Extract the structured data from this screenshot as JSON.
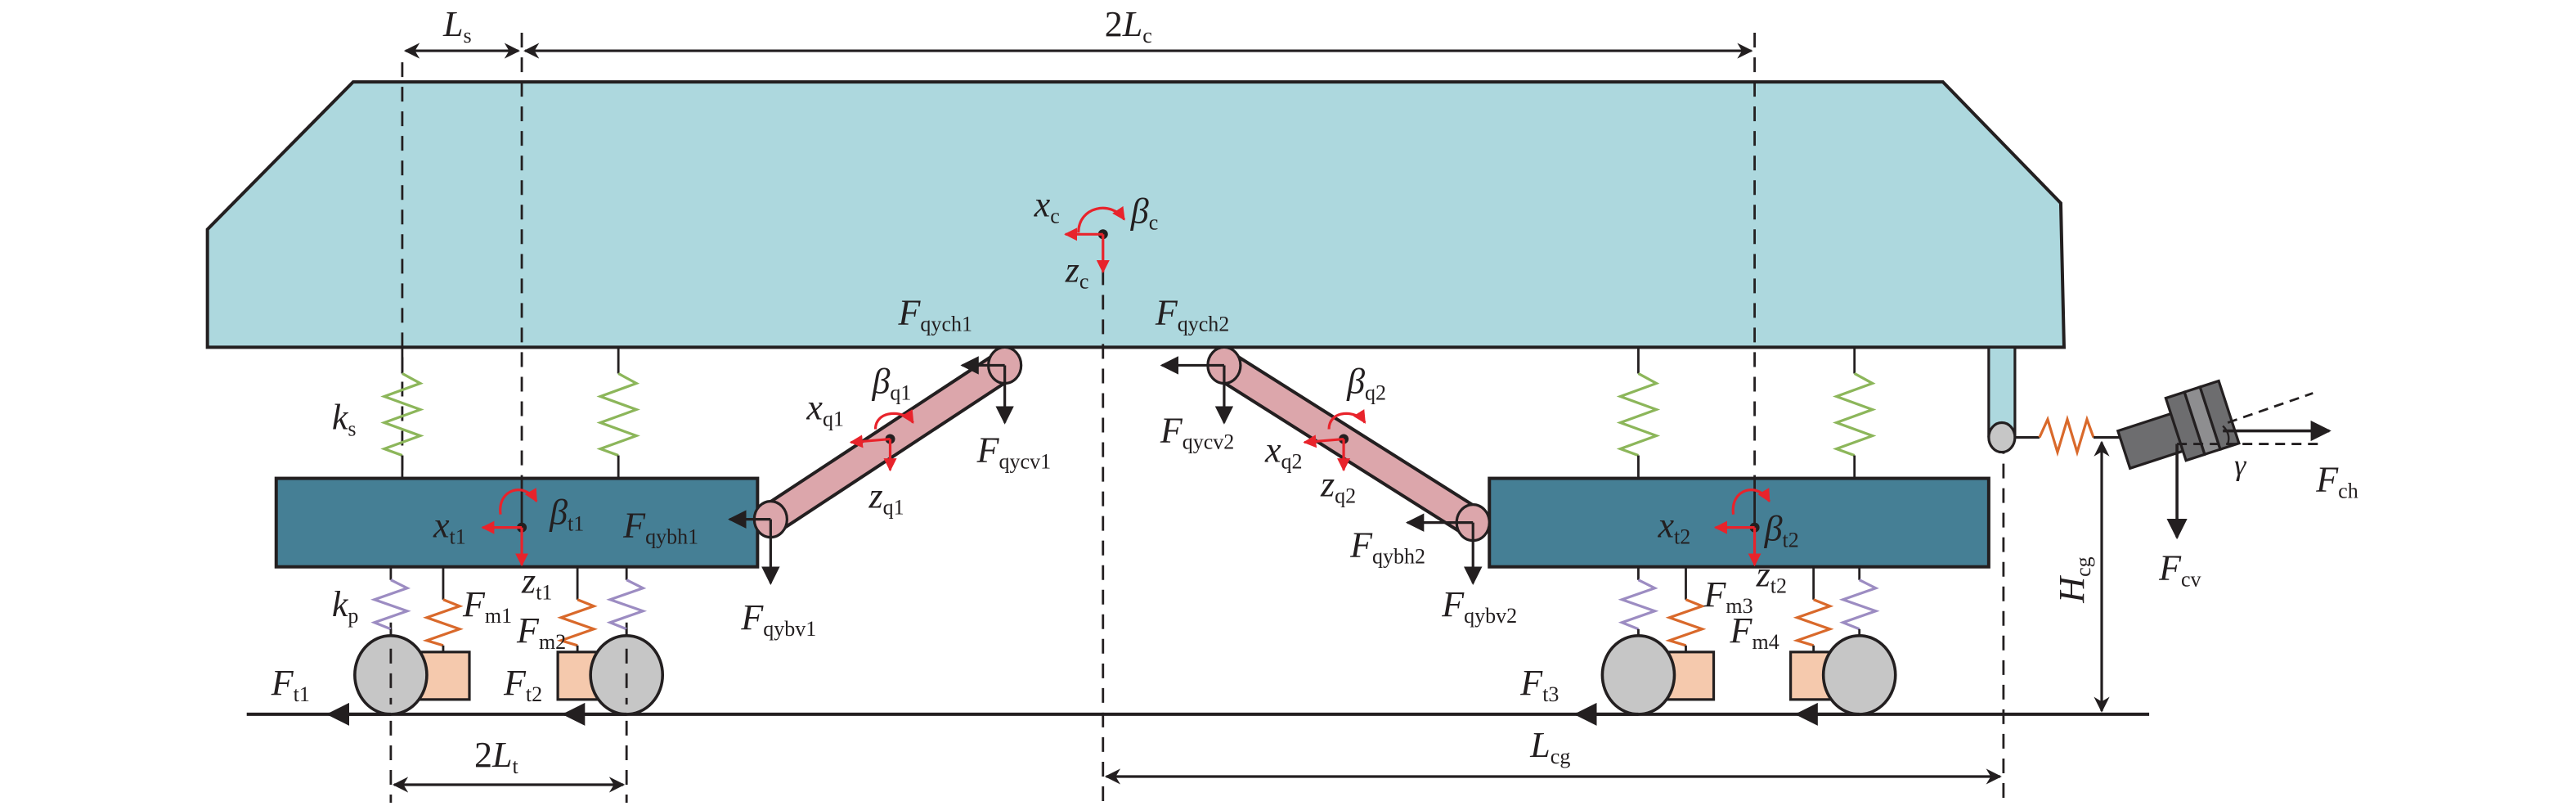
{
  "figure": {
    "description": "Vehicle body, bogie and traction-rod force diagram of a locomotive with coupler",
    "colors": {
      "car_body": "#add8de",
      "bogie_frame": "#457f95",
      "traction_rod": "#dca6ab",
      "wheel": "#c6c6c6",
      "motor_box": "#f5c9ad",
      "secondary_spring": "#8cb65a",
      "primary_spring": "#9c8cc2",
      "motor_spring": "#d9692b",
      "dof_arrows": "#e8232b",
      "coupler": "#6d6d6f",
      "outline": "#231f20"
    }
  },
  "dimensions": {
    "Ls": {
      "main": "L",
      "sub": "s"
    },
    "Lc": {
      "prefix": "2",
      "main": "L",
      "sub": "c"
    },
    "Lt": {
      "prefix": "2",
      "main": "L",
      "sub": "t"
    },
    "Lcg": {
      "main": "L",
      "sub": "cg"
    },
    "Hcg": {
      "main": "H",
      "sub": "cg"
    }
  },
  "car_body": {
    "xc": {
      "main": "x",
      "sub": "c"
    },
    "zc": {
      "main": "z",
      "sub": "c"
    },
    "betac": {
      "main": "β",
      "sub": "c"
    }
  },
  "springs": {
    "ks": {
      "main": "k",
      "sub": "s"
    },
    "kp": {
      "main": "k",
      "sub": "p"
    }
  },
  "bogie1": {
    "xt": {
      "main": "x",
      "sub": "t1"
    },
    "zt": {
      "main": "z",
      "sub": "t1"
    },
    "betat": {
      "main": "β",
      "sub": "t1"
    },
    "Fm_a": {
      "main": "F",
      "sub": "m1"
    },
    "Fm_b": {
      "main": "F",
      "sub": "m2"
    },
    "Ft_a": {
      "main": "F",
      "sub": "t1"
    },
    "Ft_b": {
      "main": "F",
      "sub": "t2"
    }
  },
  "bogie2": {
    "xt": {
      "main": "x",
      "sub": "t2"
    },
    "zt": {
      "main": "z",
      "sub": "t2"
    },
    "betat": {
      "main": "β",
      "sub": "t2"
    },
    "Fm_a": {
      "main": "F",
      "sub": "m3"
    },
    "Fm_b": {
      "main": "F",
      "sub": "m4"
    },
    "Ft_a": {
      "main": "F",
      "sub": "t3"
    }
  },
  "rod1": {
    "xq": {
      "main": "x",
      "sub": "q1"
    },
    "zq": {
      "main": "z",
      "sub": "q1"
    },
    "betaq": {
      "main": "β",
      "sub": "q1"
    },
    "Fqych": {
      "main": "F",
      "sub": "qych1"
    },
    "Fqycv": {
      "main": "F",
      "sub": "qycv1"
    },
    "Fqybh": {
      "main": "F",
      "sub": "qybh1"
    },
    "Fqybv": {
      "main": "F",
      "sub": "qybv1"
    }
  },
  "rod2": {
    "xq": {
      "main": "x",
      "sub": "q2"
    },
    "zq": {
      "main": "z",
      "sub": "q2"
    },
    "betaq": {
      "main": "β",
      "sub": "q2"
    },
    "Fqych": {
      "main": "F",
      "sub": "qych2"
    },
    "Fqycv": {
      "main": "F",
      "sub": "qycv2"
    },
    "Fqybh": {
      "main": "F",
      "sub": "qybh2"
    },
    "Fqybv": {
      "main": "F",
      "sub": "qybv2"
    }
  },
  "coupler": {
    "Fch": {
      "main": "F",
      "sub": "ch"
    },
    "Fcv": {
      "main": "F",
      "sub": "cv"
    },
    "gamma": "γ"
  }
}
